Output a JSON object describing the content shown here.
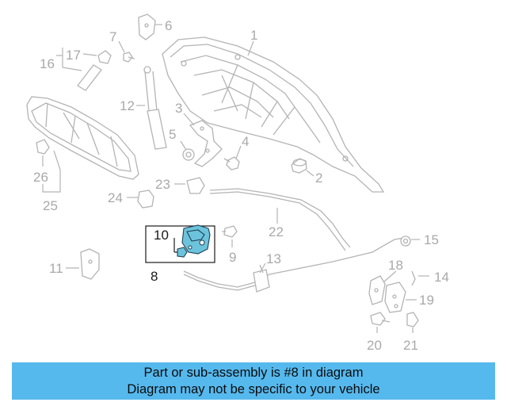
{
  "labels": {
    "p1": "1",
    "p2": "2",
    "p3": "3",
    "p4": "4",
    "p5": "5",
    "p6": "6",
    "p7": "7",
    "p8": "8",
    "p9": "9",
    "p10": "10",
    "p11": "11",
    "p12": "12",
    "p13": "13",
    "p14": "14",
    "p15": "15",
    "p16": "16",
    "p17": "17",
    "p18": "18",
    "p19": "19",
    "p20": "20",
    "p21": "21",
    "p22": "22",
    "p23": "23",
    "p24": "24",
    "p25": "25",
    "p26": "26"
  },
  "banner": {
    "line1": "Part or sub-assembly is #8 in diagram",
    "line2": "Diagram may not be specific to your vehicle"
  },
  "colors": {
    "banner_bg": "#56b9ee",
    "highlight_part": "#6cc4dc",
    "label_gray": "#a9a9a9",
    "label_highlight": "#1a1a1a"
  }
}
